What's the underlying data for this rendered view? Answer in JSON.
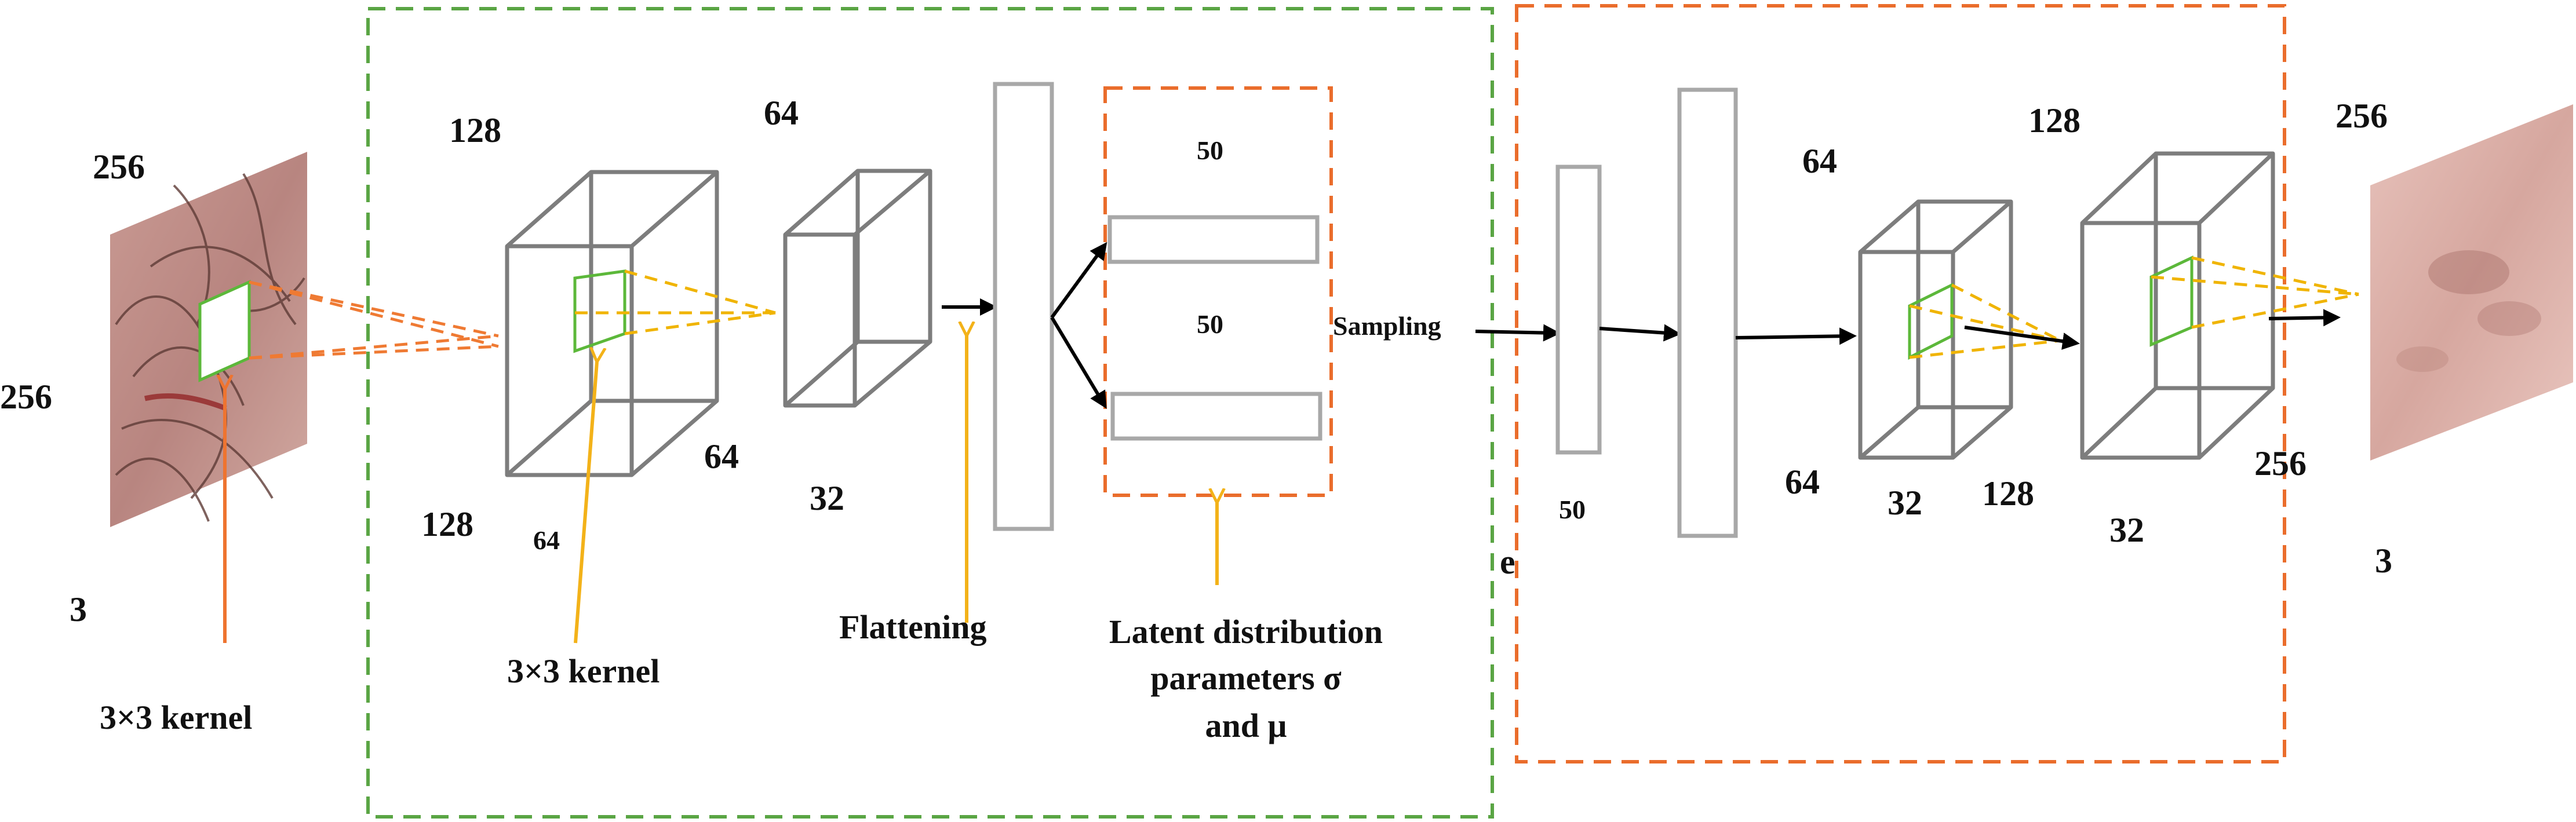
{
  "colors": {
    "encoder_border": "#5aa544",
    "decoder_border": "#ea6d2c",
    "latent_border": "#ea6d2c",
    "kernel": "#5cb83a",
    "arrow_yellow": "#f3b219",
    "arrow_orange": "#ee7430"
  },
  "input": {
    "height": "256",
    "width": "256",
    "channels": "3",
    "kernel_label": "3×3 kernel"
  },
  "encoder": {
    "conv1": {
      "top": "128",
      "bottom": "128",
      "side": "64",
      "kernel_label": "3×3 kernel"
    },
    "conv2": {
      "top": "64",
      "side": "64",
      "bottom": "32"
    },
    "flatten_label": "Flattening",
    "latent": {
      "mu_size": "50",
      "sigma_size": "50",
      "label_line1": "Latent distribution",
      "label_line2": "parameters σ",
      "label_line3": "and μ"
    }
  },
  "sampling_label": "Sampling",
  "stray_char": "e",
  "decoder": {
    "dense1_size": "50",
    "dense2_size": "64",
    "deconv1": {
      "top": "64",
      "bottom": "32"
    },
    "deconv2": {
      "top": "128",
      "left": "128",
      "bottom": "32"
    },
    "output": {
      "size_side": "256",
      "size_top": "256",
      "channels": "3"
    }
  }
}
